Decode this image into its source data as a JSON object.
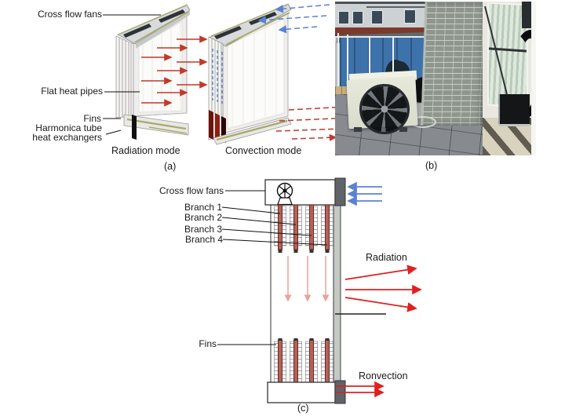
{
  "panel_a": {
    "label_cross_flow_fans": "Cross flow fans",
    "label_flat_heat_pipes": "Flat heat pipes",
    "label_fins": "Fins",
    "label_harmonica_1": "Harmonica tube",
    "label_harmonica_2": "heat exchangers",
    "caption_radiation_mode": "Radiation mode",
    "caption_convection_mode": "Convection mode",
    "tag": "(a)"
  },
  "panel_b": {
    "tag": "(b)",
    "scene": "rooftop test rig: outdoor AC condenser unit, blue equipment container, brick chimney wall, glass door with radiative panel"
  },
  "panel_c": {
    "label_cross_flow_fans": "Cross flow fans",
    "branches": [
      "Branch 1",
      "Branch 2",
      "Branch 3",
      "Branch 4"
    ],
    "label_fins": "Fins",
    "label_radiation": "Radiation",
    "label_convection": "Ronvection",
    "tag": "(c)"
  },
  "icons": {
    "cross_flow_fan": "fan-icon"
  },
  "colors": {
    "hot_arrow_red": "#c1392b",
    "radiation_arrow_red": "#e02020",
    "cool_arrow_blue": "#5b82d2",
    "pink_flow_arrow": "#e8a39b",
    "heat_pipe_tube": "#b2625a",
    "fan_strip_olive": "#a8aa6e",
    "end_cap_gray": "#606468"
  }
}
